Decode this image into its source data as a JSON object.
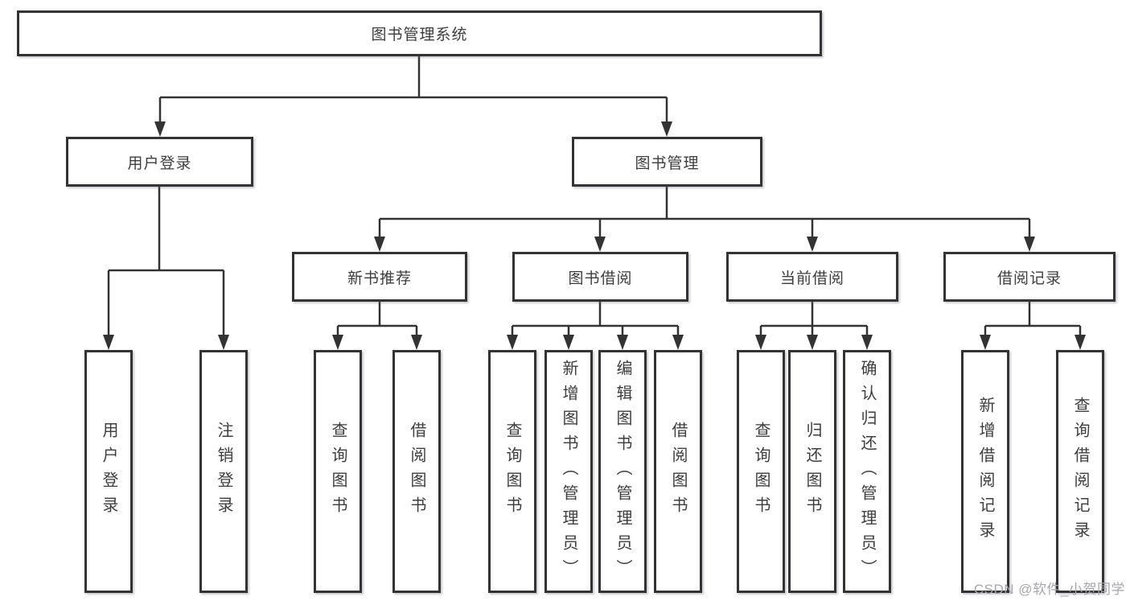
{
  "tree": {
    "label": "图书管理系统",
    "children": [
      {
        "label": "用户登录",
        "children": [
          {
            "label": "用户登录"
          },
          {
            "label": "注销登录"
          }
        ]
      },
      {
        "label": "图书管理",
        "children": [
          {
            "label": "新书推荐",
            "children": [
              {
                "label": "查询图书"
              },
              {
                "label": "借阅图书"
              }
            ]
          },
          {
            "label": "图书借阅",
            "children": [
              {
                "label": "查询图书"
              },
              {
                "label": "新增图书（管理员）"
              },
              {
                "label": "编辑图书（管理员）"
              },
              {
                "label": "借阅图书"
              }
            ]
          },
          {
            "label": "当前借阅",
            "children": [
              {
                "label": "查询图书"
              },
              {
                "label": "归还图书"
              },
              {
                "label": "确认归还（管理员）"
              }
            ]
          },
          {
            "label": "借阅记录",
            "children": [
              {
                "label": "新增借阅记录"
              },
              {
                "label": "查询借阅记录"
              }
            ]
          }
        ]
      }
    ]
  },
  "watermark": {
    "text": "CSDN @软件_小贺同学"
  },
  "colors": {
    "line": "#333333",
    "box_border": "#333333",
    "box_fill": "#ffffff",
    "text": "#3d3d3d",
    "watermark": "#a6a6ae",
    "background": "#ffffff"
  }
}
